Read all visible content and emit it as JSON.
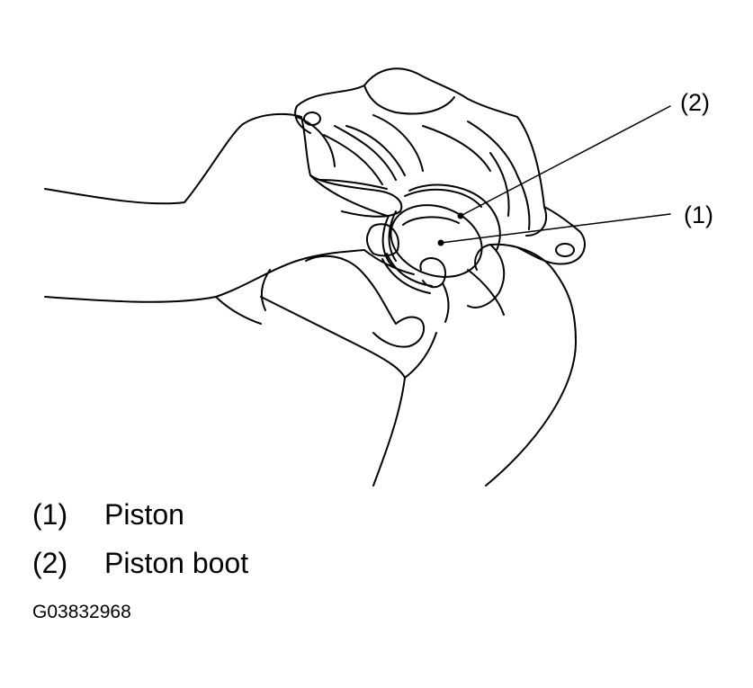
{
  "callouts": [
    {
      "label": "(2)"
    },
    {
      "label": "(1)"
    }
  ],
  "legend": [
    {
      "num": "(1)",
      "text": "Piston"
    },
    {
      "num": "(2)",
      "text": "Piston boot"
    }
  ],
  "figure_id": "G03832968"
}
